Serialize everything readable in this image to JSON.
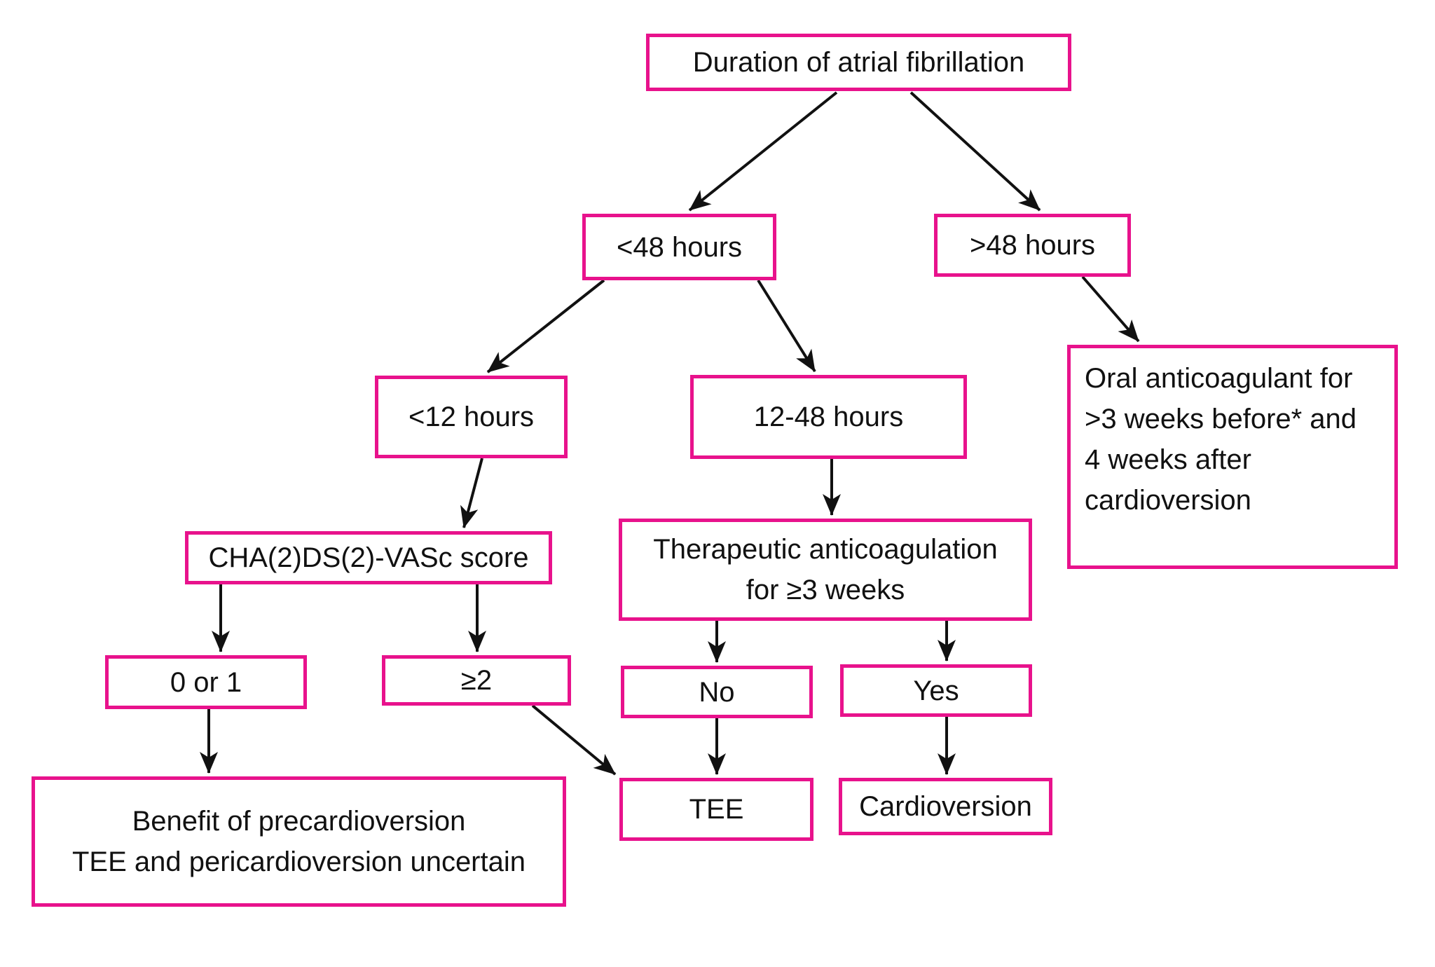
{
  "diagram": {
    "type": "flowchart",
    "accent_color": "#E8128C",
    "text_color": "#111111",
    "background_color": "#FFFFFF",
    "nodes": {
      "duration": {
        "label": "Duration of atrial fibrillation"
      },
      "lt48": {
        "label": "<48 hours"
      },
      "gt48": {
        "label": ">48 hours"
      },
      "lt12": {
        "label": "<12 hours"
      },
      "h12to48": {
        "label": "12-48 hours"
      },
      "oral": {
        "label": "Oral anticoagulant for\n>3 weeks before* and\n4 weeks after\ncardioversion"
      },
      "cha": {
        "label": "CHA(2)DS(2)-VASc score"
      },
      "thera": {
        "label": "Therapeutic anticoagulation\nfor ≥3 weeks"
      },
      "zero_or_one": {
        "label": "0 or 1"
      },
      "ge2": {
        "label": "≥2"
      },
      "no": {
        "label": "No"
      },
      "yes": {
        "label": "Yes"
      },
      "benefit": {
        "label": "Benefit of precardioversion\nTEE and pericardioversion uncertain"
      },
      "tee": {
        "label": "TEE"
      },
      "cardioversion": {
        "label": "Cardioversion"
      }
    },
    "edges": [
      {
        "from": "duration",
        "to": "lt48"
      },
      {
        "from": "duration",
        "to": "gt48"
      },
      {
        "from": "lt48",
        "to": "lt12"
      },
      {
        "from": "lt48",
        "to": "h12to48"
      },
      {
        "from": "gt48",
        "to": "oral"
      },
      {
        "from": "lt12",
        "to": "cha"
      },
      {
        "from": "h12to48",
        "to": "thera"
      },
      {
        "from": "cha",
        "to": "zero_or_one"
      },
      {
        "from": "cha",
        "to": "ge2"
      },
      {
        "from": "thera",
        "to": "no"
      },
      {
        "from": "thera",
        "to": "yes"
      },
      {
        "from": "zero_or_one",
        "to": "benefit"
      },
      {
        "from": "ge2",
        "to": "tee"
      },
      {
        "from": "no",
        "to": "tee"
      },
      {
        "from": "yes",
        "to": "cardioversion"
      }
    ]
  }
}
